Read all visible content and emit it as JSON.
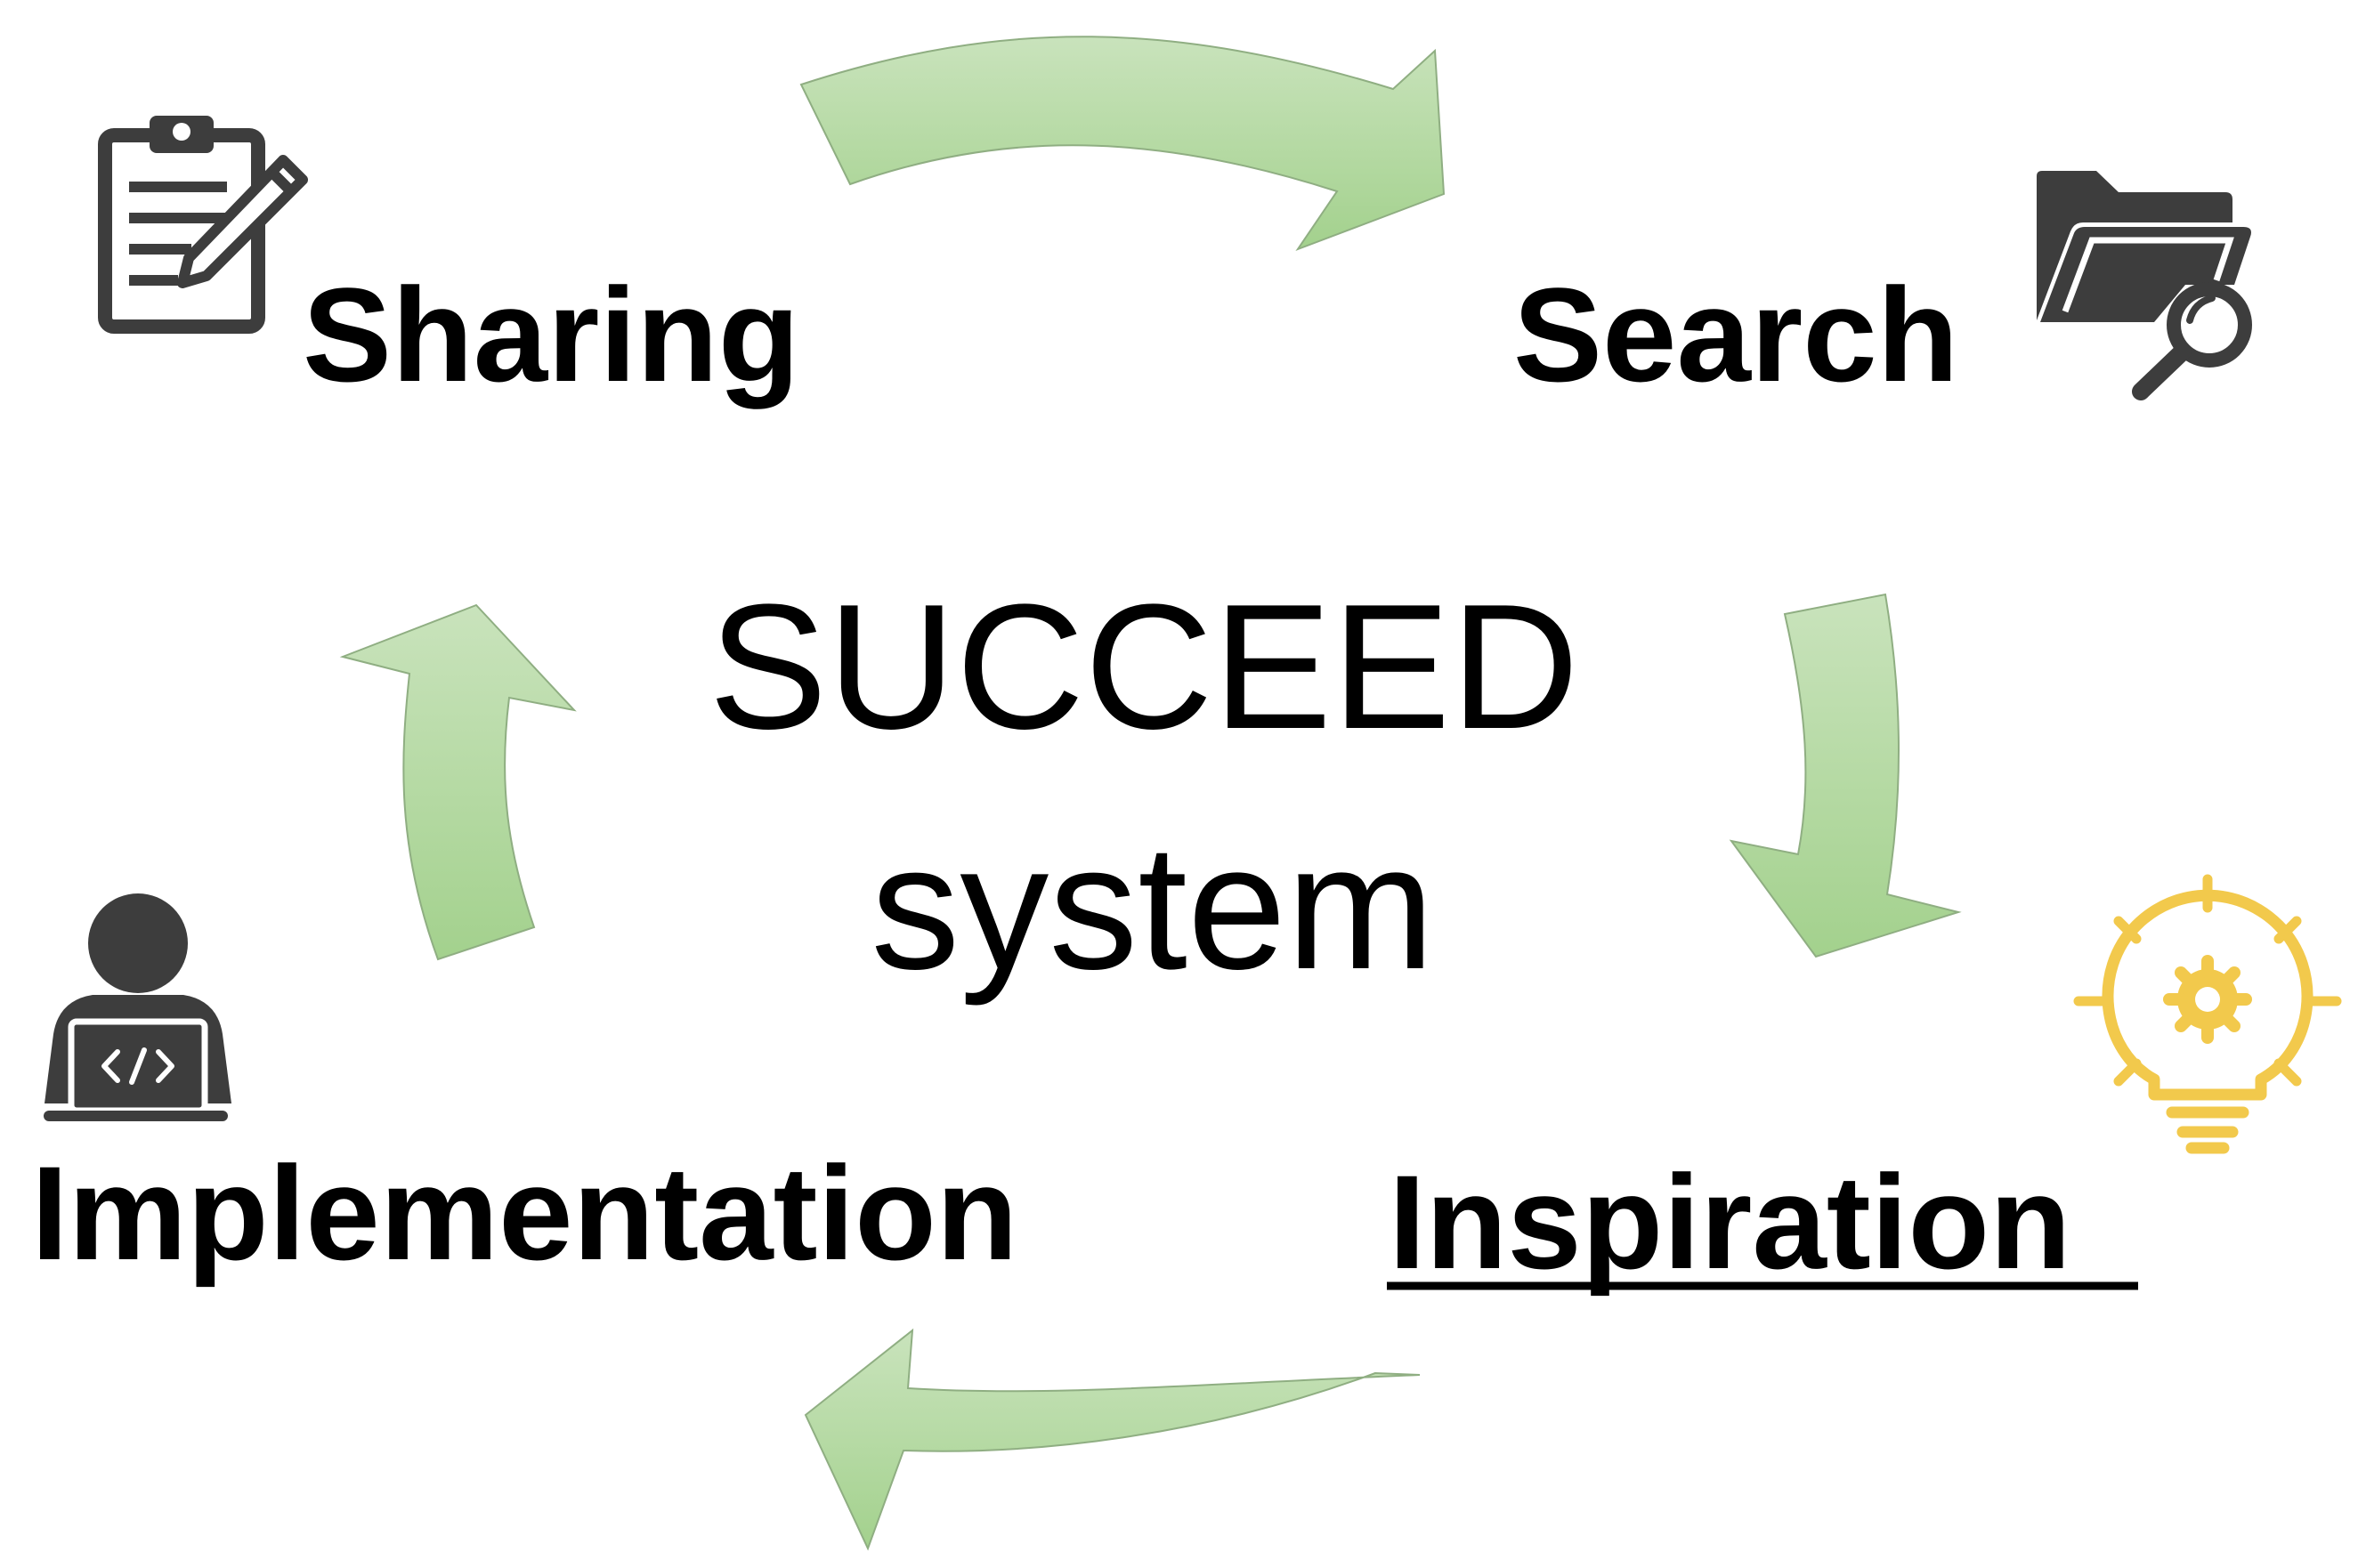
{
  "diagram": {
    "title_line1": "SUCCEED",
    "title_line2": "system",
    "stages": {
      "sharing": "Sharing",
      "search": "Search",
      "inspiration": "Inspiration",
      "implementation": "Implementation"
    },
    "highlighted_stage": "inspiration",
    "icons": {
      "sharing": "clipboard-pencil-icon",
      "search": "folder-magnifier-icon",
      "inspiration": "lightbulb-gear-icon",
      "implementation": "developer-laptop-icon"
    },
    "colors": {
      "arrow_light": "#c9e3bc",
      "arrow_dark": "#a3d18d",
      "icon_dark": "#3d3d3d",
      "icon_yellow": "#f2c94c",
      "text": "#000000"
    }
  }
}
